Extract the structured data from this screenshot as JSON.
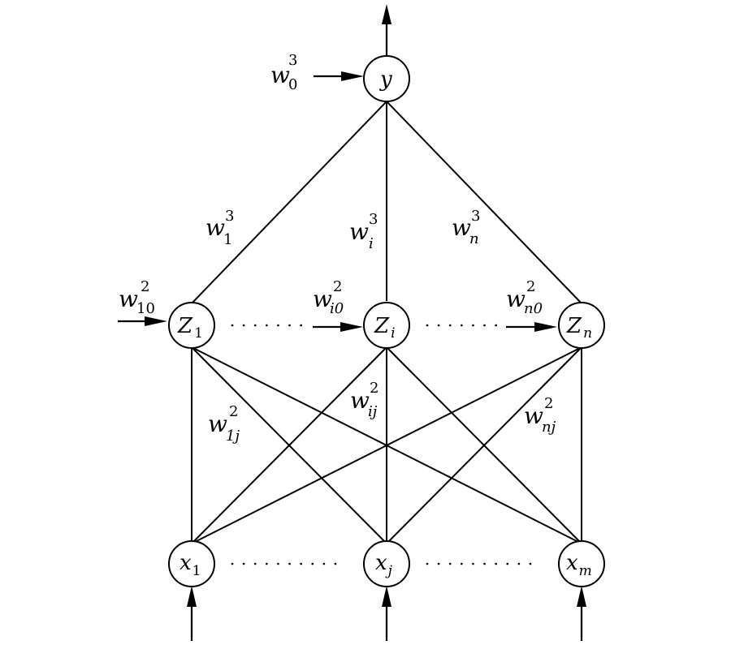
{
  "nodes": {
    "output": {
      "base": "y",
      "sub": ""
    },
    "hidden_1": {
      "base": "Z",
      "sub": "1"
    },
    "hidden_i": {
      "base": "Z",
      "sub": "i"
    },
    "hidden_n": {
      "base": "Z",
      "sub": "n"
    },
    "input_1": {
      "base": "x",
      "sub": "1"
    },
    "input_j": {
      "base": "x",
      "sub": "j"
    },
    "input_m": {
      "base": "x",
      "sub": "m"
    }
  },
  "weights": {
    "w0_3": {
      "base": "w",
      "sup": "3",
      "sub": "0"
    },
    "w1_3": {
      "base": "w",
      "sup": "3",
      "sub": "1"
    },
    "wi_3": {
      "base": "w",
      "sup": "3",
      "sub": "i"
    },
    "wn_3": {
      "base": "w",
      "sup": "3",
      "sub": "n"
    },
    "w10_2": {
      "base": "w",
      "sup": "2",
      "sub": "10"
    },
    "wi0_2": {
      "base": "w",
      "sup": "2",
      "sub": "i0"
    },
    "wn0_2": {
      "base": "w",
      "sup": "2",
      "sub": "n0"
    },
    "w1j_2": {
      "base": "w",
      "sup": "2",
      "sub": "1j"
    },
    "wij_2": {
      "base": "w",
      "sup": "2",
      "sub": "ij"
    },
    "wnj_2": {
      "base": "w",
      "sup": "2",
      "sub": "nj"
    }
  }
}
